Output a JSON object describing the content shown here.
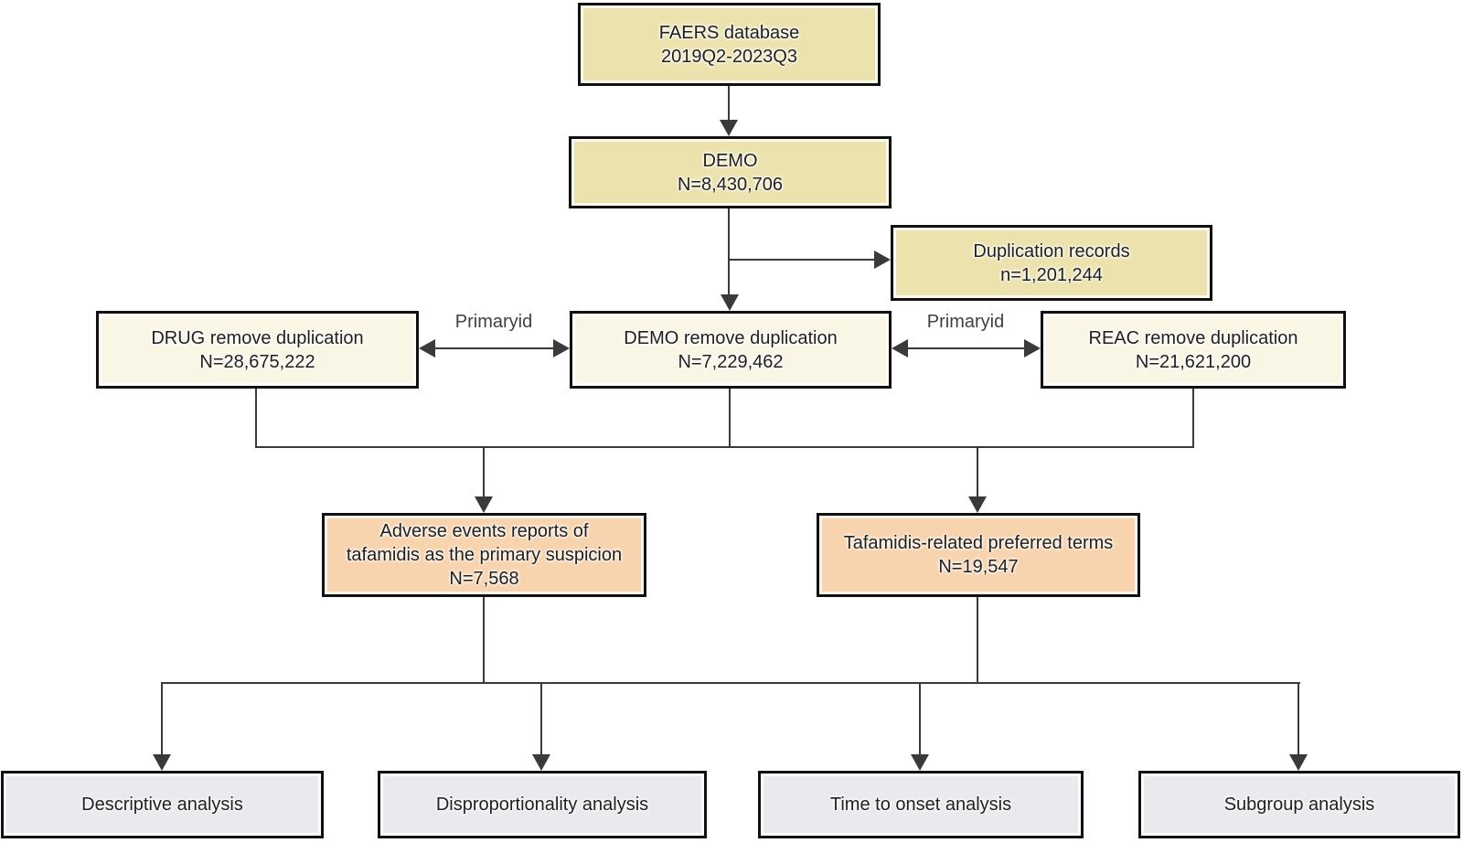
{
  "colors": {
    "background": "#ffffff",
    "khaki_fill": "#ece2ae",
    "cream_fill": "#faf6e6",
    "orange_fill": "#f7d3ae",
    "gray_fill": "#e8eaed",
    "box_border": "#111111",
    "connector": "#3a3a3a",
    "text": "#1f1f1f",
    "edge_label_text": "#404040"
  },
  "nodes": {
    "faers": {
      "line1": "FAERS database",
      "line2": "2019Q2-2023Q3"
    },
    "demo": {
      "line1": "DEMO",
      "line2": "N=8,430,706"
    },
    "duplication": {
      "line1": "Duplication records",
      "line2": "n=1,201,244"
    },
    "drug_dedup": {
      "line1": "DRUG remove duplication",
      "line2": "N=28,675,222"
    },
    "demo_dedup": {
      "line1": "DEMO remove duplication",
      "line2": "N=7,229,462"
    },
    "reac_dedup": {
      "line1": "REAC remove duplication",
      "line2": "N=21,621,200"
    },
    "adverse_events": {
      "line1": "Adverse events reports of",
      "line2": "tafamidis as the primary suspicion",
      "line3": "N=7,568"
    },
    "preferred_terms": {
      "line1": "Tafamidis-related preferred terms",
      "line2": "N=19,547"
    },
    "descriptive": {
      "line1": "Descriptive analysis"
    },
    "disproportionality": {
      "line1": "Disproportionality analysis"
    },
    "time_to_onset": {
      "line1": "Time to onset analysis"
    },
    "subgroup": {
      "line1": "Subgroup analysis"
    }
  },
  "edge_labels": {
    "drug_demo": "Primaryid",
    "demo_reac": "Primaryid"
  }
}
